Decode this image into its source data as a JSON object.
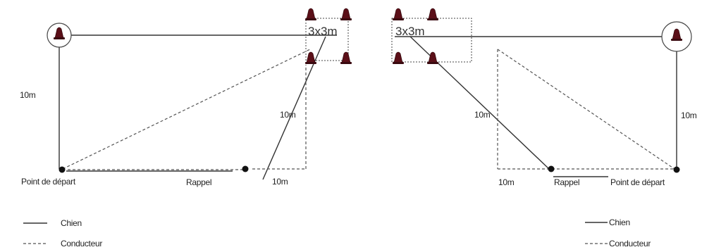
{
  "labels": {
    "box_left": "3x3m",
    "box_right": "3x3m",
    "dist_left_side": "10m",
    "dist_left_mid": "10m",
    "dist_left_bottom": "10m",
    "dist_right_mid": "10m",
    "dist_right_side": "10m",
    "dist_right_bottom": "10m",
    "start_left": "Point de départ",
    "start_right": "Point de départ",
    "recall_left": "Rappel",
    "recall_right": "Rappel"
  },
  "legend_left": {
    "dog": "Chien",
    "handler": "Conducteur"
  },
  "legend_right": {
    "dog": "Chien",
    "handler": "Conducteur"
  },
  "colors": {
    "cone": "#5b0f18",
    "line": "#333333",
    "dot": "#111111"
  }
}
